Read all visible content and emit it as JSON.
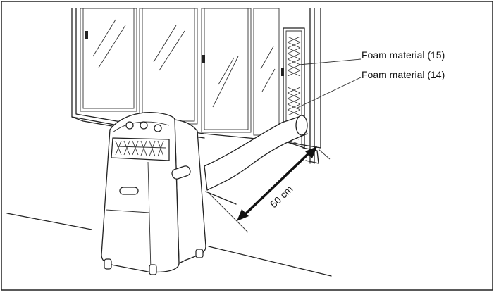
{
  "diagram": {
    "labels": {
      "foam_15": "Foam material (15)",
      "foam_14": "Foam material (14)",
      "distance": "50 cm"
    }
  }
}
